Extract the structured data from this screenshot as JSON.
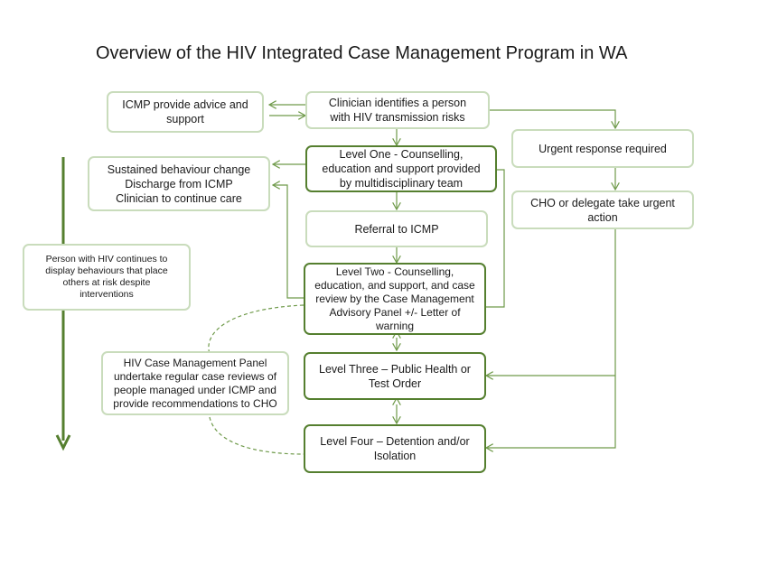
{
  "title": "Overview of the HIV Integrated Case Management Program in WA",
  "nodes": {
    "icmp_advice": "ICMP provide advice and\nsupport",
    "clinician_identifies": "Clinician identifies a person\nwith HIV transmission risks",
    "urgent_response": "Urgent response required",
    "sustained": "Sustained behaviour change\nDischarge from ICMP\nClinician to continue care",
    "level_one": "Level One - Counselling,\neducation and support provided\nby multidisciplinary team",
    "cho_urgent": "CHO or delegate take urgent\naction",
    "referral": "Referral to ICMP",
    "person_continues": "Person with HIV continues to\ndisplay behaviours that place\nothers at risk despite\ninterventions",
    "level_two": "Level Two - Counselling,\neducation, and support, and case\nreview by the Case Management\nAdvisory Panel +/- Letter of\nwarning",
    "panel": "HIV Case Management Panel\nundertake regular case reviews of\npeople managed under ICMP and\nprovide recommendations to CHO",
    "level_three": "Level Three – Public Health or\nTest Order",
    "level_four": "Level Four – Detention and/or\nIsolation"
  },
  "colors": {
    "line": "#6f9a4a",
    "border_light": "#c9dcbc",
    "border_strong": "#557f2f"
  }
}
